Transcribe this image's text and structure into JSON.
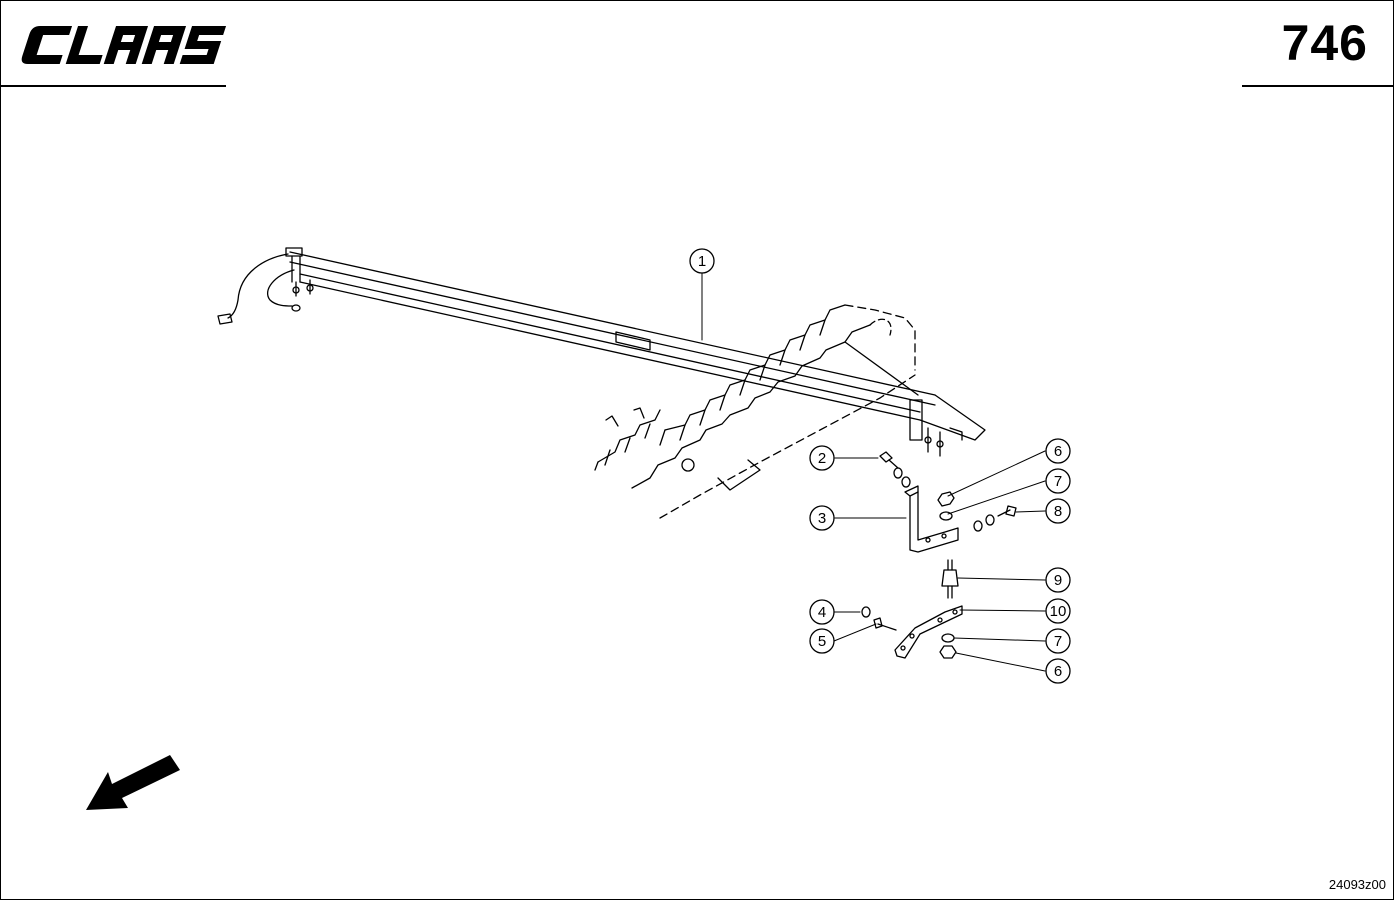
{
  "brand": {
    "name": "CLAAS"
  },
  "page_number": "746",
  "drawing_ref": "24093z00",
  "callouts": [
    "1",
    "2",
    "3",
    "4",
    "5",
    "6",
    "7",
    "8",
    "9",
    "10",
    "7",
    "6"
  ],
  "icons": {
    "direction": "direction-arrow-icon"
  }
}
